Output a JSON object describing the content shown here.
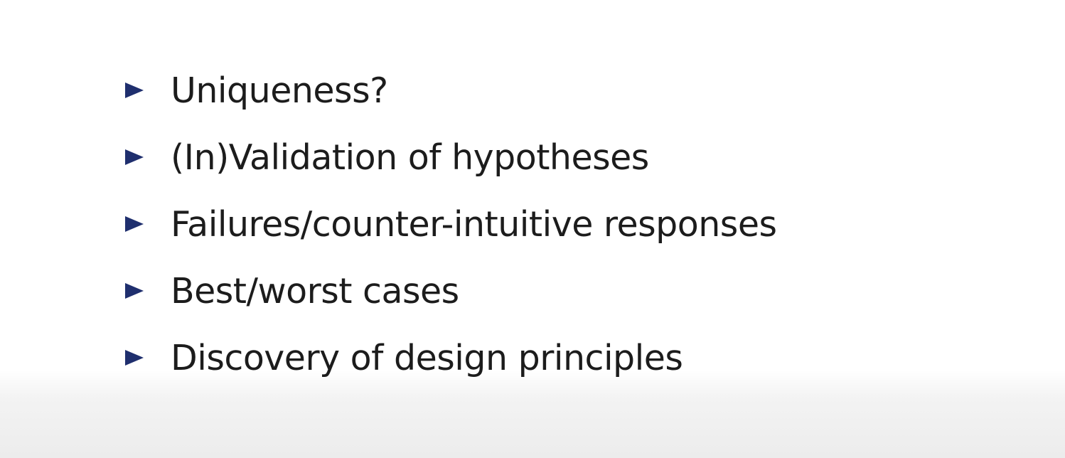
{
  "slide": {
    "bullets": [
      {
        "text": "Uniqueness?"
      },
      {
        "text": "(In)Validation of hypotheses"
      },
      {
        "text": "Failures/counter-intuitive responses"
      },
      {
        "text": "Best/worst cases"
      },
      {
        "text": "Discovery of design principles"
      }
    ],
    "colors": {
      "bullet_marker": "#1f2f6e",
      "text": "#1c1c1c",
      "background": "#ffffff"
    },
    "bullet_icon": "triangle-right-icon"
  }
}
